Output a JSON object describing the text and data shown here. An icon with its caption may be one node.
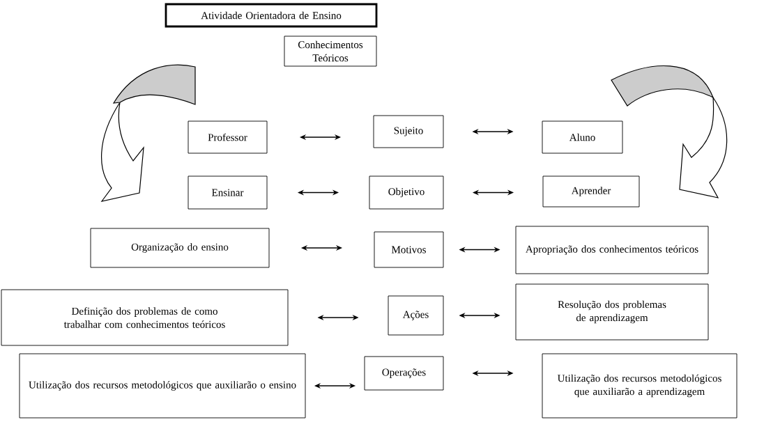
{
  "diagram": {
    "nodes": [
      {
        "text": [
          "Atividade Orientadora de Ensino"
        ]
      },
      {
        "text": [
          "Conhecimentos Teóricos"
        ]
      },
      {
        "text": [
          "Professor"
        ]
      },
      {
        "text": [
          "Sujeito"
        ]
      },
      {
        "text": [
          "Aluno"
        ]
      },
      {
        "text": [
          "Ensinar"
        ]
      },
      {
        "text": [
          "Objetivo"
        ]
      },
      {
        "text": [
          "Aprender"
        ]
      },
      {
        "text": [
          "Organização do ensino"
        ]
      },
      {
        "text": [
          "Motivos"
        ]
      },
      {
        "text": [
          "Apropriação dos conhecimentos teóricos"
        ]
      },
      {
        "text": [
          "Definição dos problemas de como trabalhar com conhecimentos teóricos"
        ]
      },
      {
        "text": [
          "Ações"
        ]
      },
      {
        "text": [
          "Resolução dos problemas de aprendizagem"
        ]
      },
      {
        "text": [
          "Utilização dos recursos metodológicos que auxiliarão o ensino"
        ]
      },
      {
        "text": [
          "Operações"
        ]
      },
      {
        "text": [
          "Utilização dos recursos metodológicos que auxiliarão a aprendizagem"
        ]
      }
    ],
    "edges": [
      {
        "from": 2,
        "to": 3,
        "arrow": "both"
      },
      {
        "from": 3,
        "to": 4,
        "arrow": "both"
      },
      {
        "from": 5,
        "to": 6,
        "arrow": "both"
      },
      {
        "from": 6,
        "to": 7,
        "arrow": "both"
      },
      {
        "from": 8,
        "to": 9,
        "arrow": "both"
      },
      {
        "from": 9,
        "to": 10,
        "arrow": "both"
      },
      {
        "from": 11,
        "to": 12,
        "arrow": "both"
      },
      {
        "from": 12,
        "to": 13,
        "arrow": "both"
      },
      {
        "from": 14,
        "to": 15,
        "arrow": "both"
      },
      {
        "from": 15,
        "to": 16,
        "arrow": "both"
      }
    ]
  }
}
